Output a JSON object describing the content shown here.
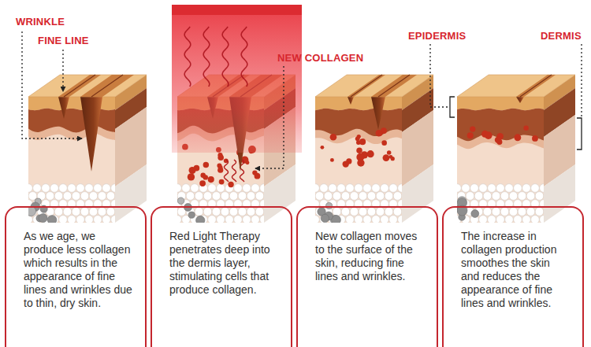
{
  "diagram": {
    "nodes": [
      {
        "text": [
          "As we age, we produce less collagen which results in the appearance of fine lines and wrinkles due to thin, dry skin."
        ]
      },
      {
        "text": [
          "Red Light Therapy penetrates deep into the dermis layer, stimulating cells that produce collagen."
        ]
      },
      {
        "text": [
          "New collagen moves to the surface of the skin, reducing fine lines and wrinkles."
        ]
      },
      {
        "text": [
          "The increase in collagen production smoothes the skin and reduces the appearance of fine lines and wrinkles."
        ]
      }
    ],
    "labels": [
      "WRINKLE",
      "FINE LINE",
      "NEW COLLAGEN",
      "EPIDERMIS",
      "DERMIS"
    ]
  }
}
